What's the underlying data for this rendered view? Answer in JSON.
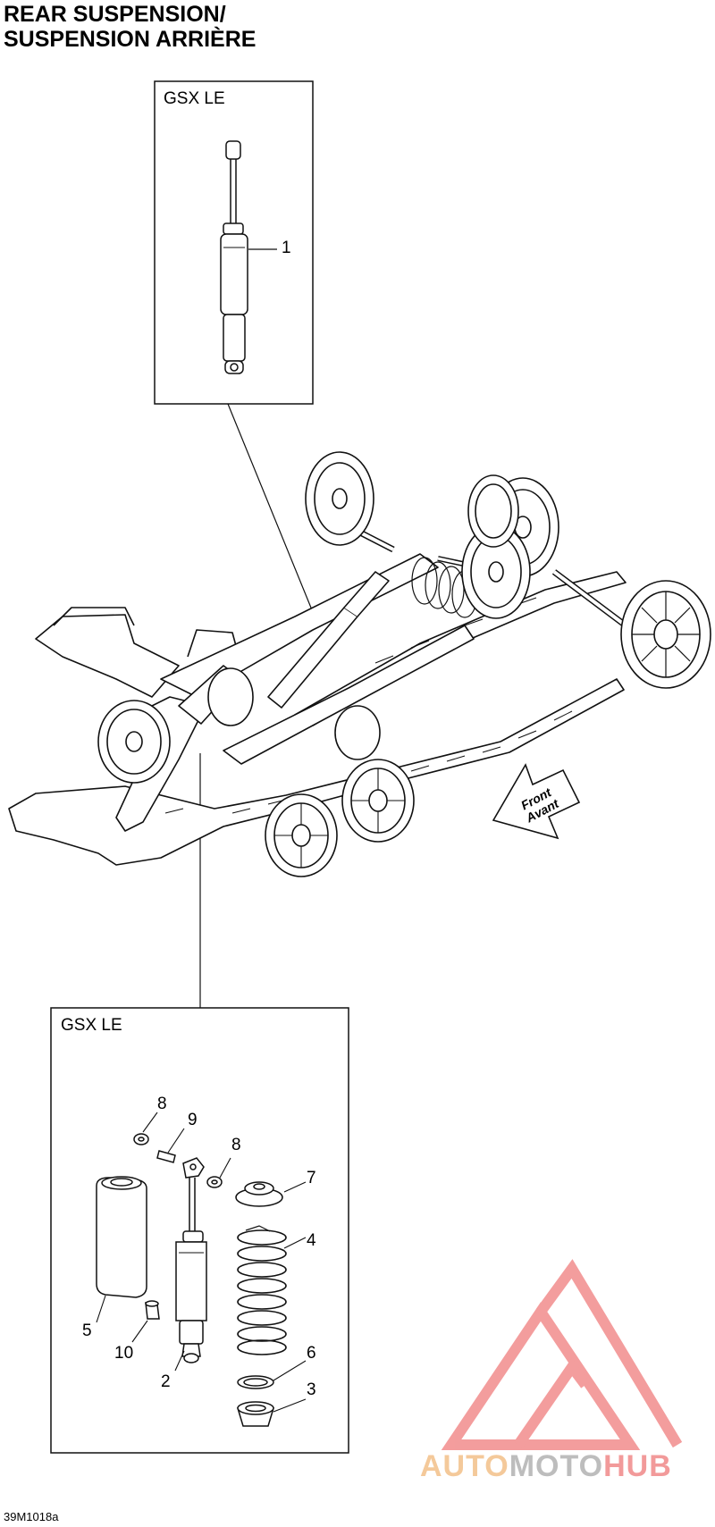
{
  "title": {
    "line1": "REAR SUSPENSION/",
    "line2": "SUSPENSION ARRIÈRE"
  },
  "boxes": {
    "top_label": "GSX LE",
    "bottom_label": "GSX LE"
  },
  "callouts": [
    "1",
    "2",
    "3",
    "4",
    "5",
    "6",
    "7",
    "8",
    "8",
    "9",
    "10"
  ],
  "front_arrow": {
    "line1": "Front",
    "line2": "Avant"
  },
  "drawing_code": "39M1018a",
  "watermark": {
    "part1": "AUTO",
    "part2": "MOTO",
    "part3": "HUB",
    "color1": "#f4c99a",
    "color2": "#bdbdbd",
    "color3": "#f29a9a"
  },
  "colors": {
    "line": "#111111",
    "shade": "#bbbbbb",
    "logo": "#f28c8c"
  }
}
